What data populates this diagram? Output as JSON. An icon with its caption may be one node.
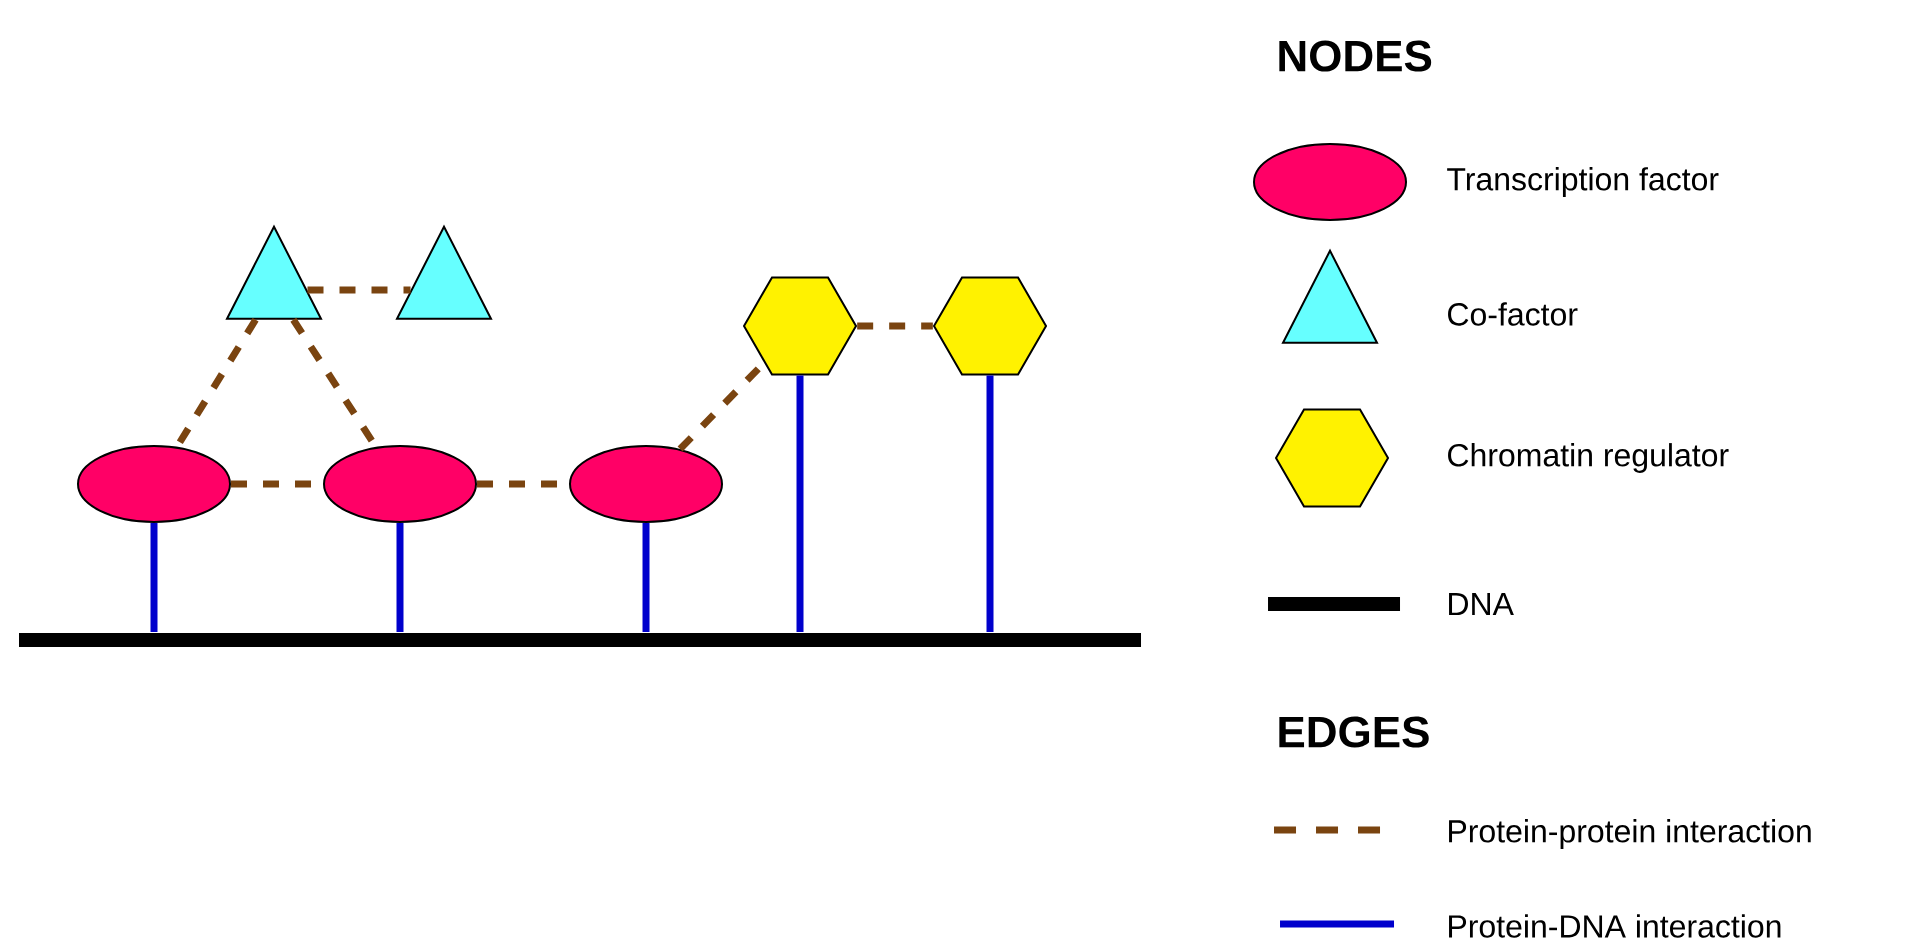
{
  "diagram": {
    "nodes": [
      {
        "text": [],
        "shape": "triangle"
      },
      {
        "text": [],
        "shape": "triangle"
      },
      {
        "text": [],
        "shape": "hexagon"
      },
      {
        "text": [],
        "shape": "hexagon"
      },
      {
        "text": [],
        "shape": "ellipse"
      },
      {
        "text": [],
        "shape": "ellipse"
      },
      {
        "text": [],
        "shape": "ellipse"
      },
      {
        "text": [],
        "shape": "bar"
      }
    ],
    "edges": [
      {
        "from": 0,
        "to": 1,
        "arrow": "none",
        "style": "dashed"
      },
      {
        "from": 0,
        "to": 4,
        "arrow": "none",
        "style": "dashed"
      },
      {
        "from": 0,
        "to": 5,
        "arrow": "none",
        "style": "dashed"
      },
      {
        "from": 4,
        "to": 5,
        "arrow": "none",
        "style": "dashed"
      },
      {
        "from": 5,
        "to": 6,
        "arrow": "none",
        "style": "dashed"
      },
      {
        "from": 6,
        "to": 2,
        "arrow": "none",
        "style": "dashed"
      },
      {
        "from": 2,
        "to": 3,
        "arrow": "none",
        "style": "dashed"
      },
      {
        "from": 4,
        "to": 7,
        "arrow": "none",
        "color": "#0000cc"
      },
      {
        "from": 5,
        "to": 7,
        "arrow": "none",
        "color": "#0000cc"
      },
      {
        "from": 6,
        "to": 7,
        "arrow": "none",
        "color": "#0000cc"
      },
      {
        "from": 2,
        "to": 7,
        "arrow": "none",
        "color": "#0000cc"
      },
      {
        "from": 3,
        "to": 7,
        "arrow": "none",
        "color": "#0000cc"
      }
    ],
    "labels": [
      "NODES",
      "EDGES"
    ],
    "legend": [
      {
        "text": "Transcription factor"
      },
      {
        "text": "Co-factor"
      },
      {
        "text": "Chromatin regulator"
      },
      {
        "text": "DNA"
      },
      {
        "text": "Protein-protein interaction"
      },
      {
        "text": "Protein-DNA interaction"
      }
    ]
  }
}
